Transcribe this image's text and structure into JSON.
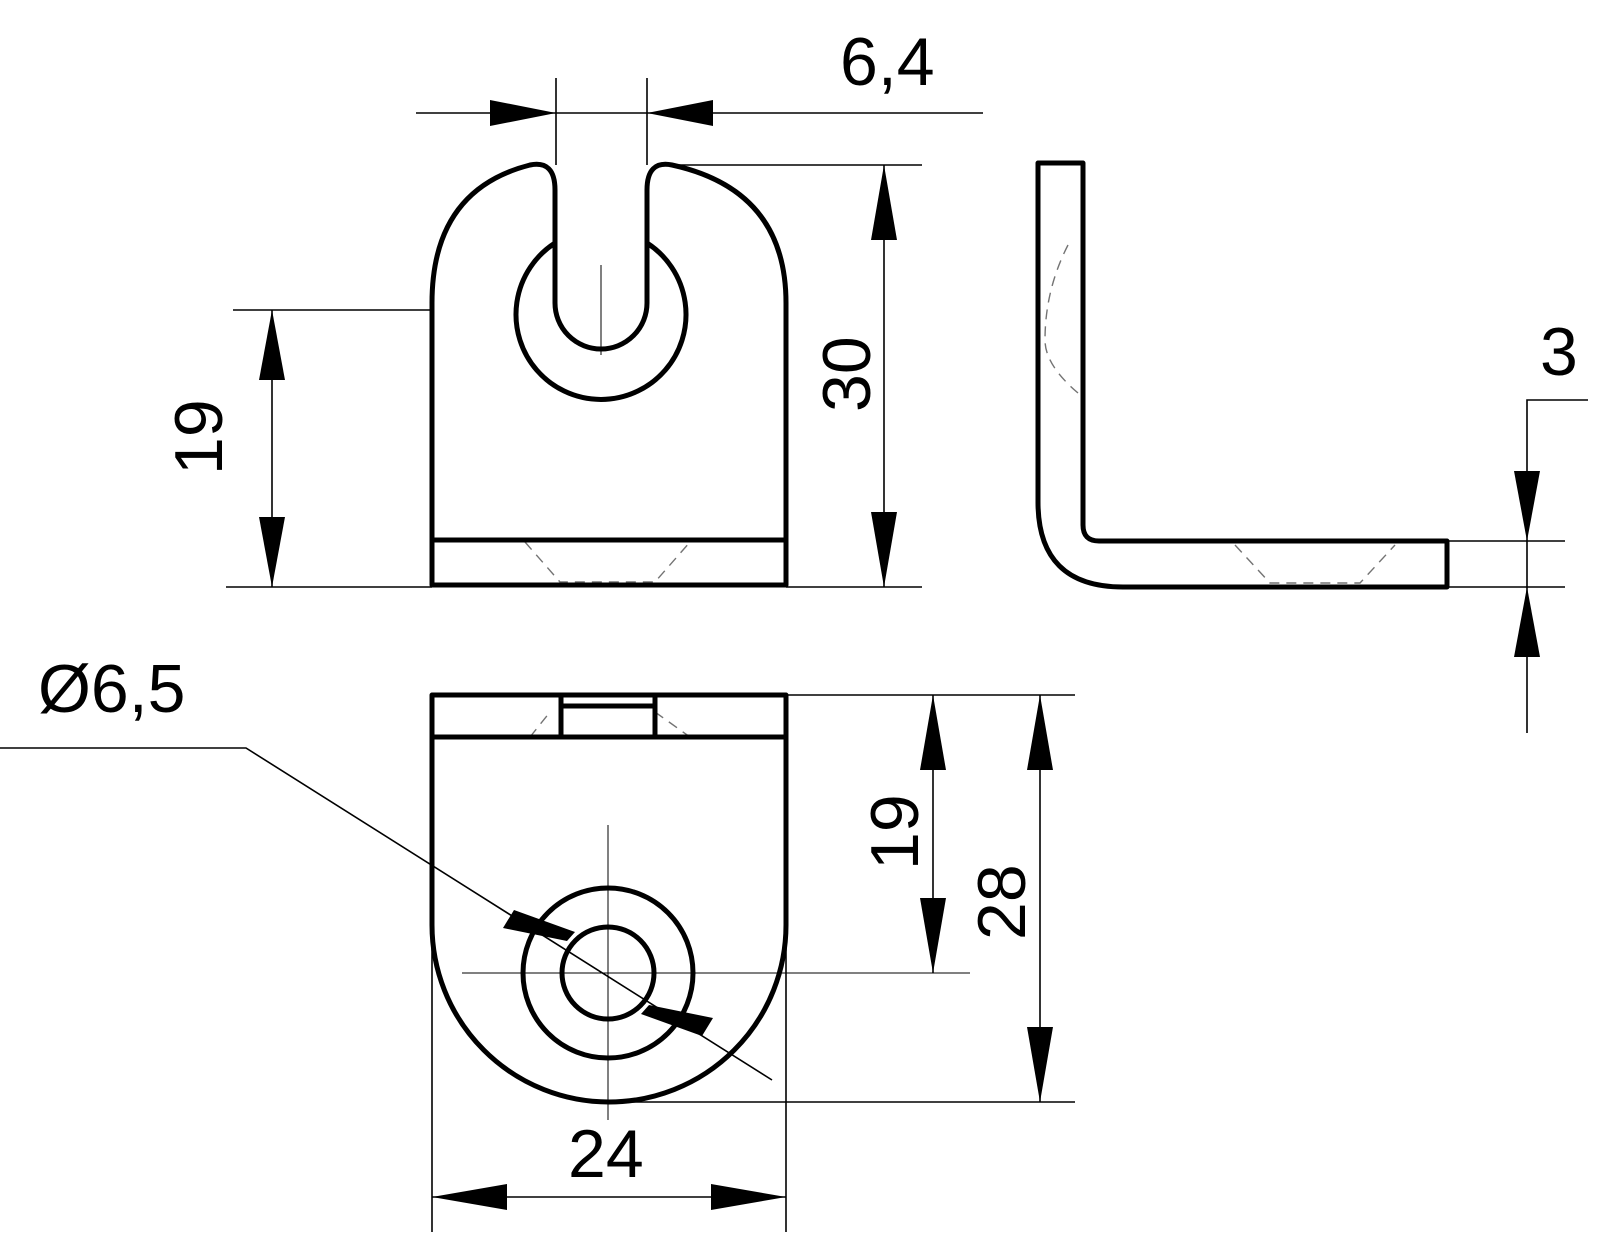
{
  "dimensions": {
    "slot_width": "6,4",
    "front_slot_center_height": "19",
    "overall_height": "30",
    "thickness": "3",
    "hole_diameter": "Ø6,5",
    "top_hole_center": "19",
    "top_overall_length": "28",
    "width": "24"
  },
  "colors": {
    "line": "#000000",
    "background": "#ffffff"
  }
}
